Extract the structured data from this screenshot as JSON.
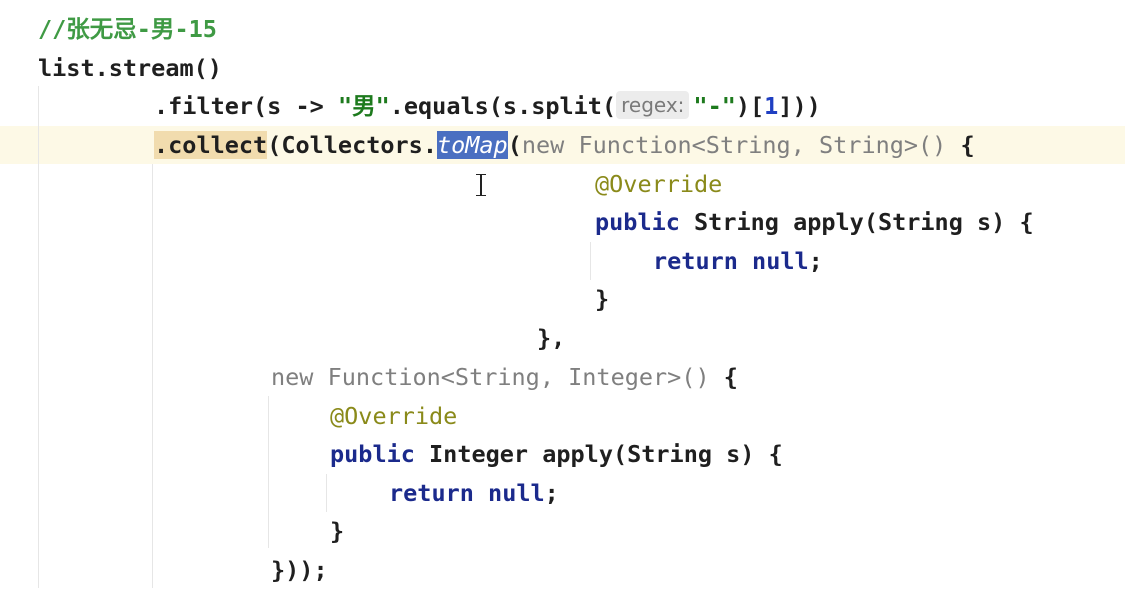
{
  "code": {
    "line1": {
      "comment": "//张无忌-男-15"
    },
    "line2": {
      "text": "list.stream()"
    },
    "line3": {
      "pre": ".filter(s -> ",
      "str1": "\"男\"",
      "mid": ".equals(s.split(",
      "hint": "regex:",
      "str2": "\"-\"",
      "post_open": ")[",
      "num": "1",
      "post_close": "]))"
    },
    "line4": {
      "collect": ".collect",
      "open": "(Collectors.",
      "method": "toMap",
      "paren": "(",
      "new_kw": "new",
      "type": " Function<String, String>()",
      "brace": " {"
    },
    "line5": {
      "annotation": "@Override"
    },
    "line6": {
      "kw": "public",
      "rest": " String apply(String s) {"
    },
    "line7": {
      "kw1": "return",
      "space": " ",
      "kw2": "null",
      "semi": ";"
    },
    "line8": {
      "text": "}"
    },
    "line9": {
      "text": "},"
    },
    "line10": {
      "new_kw": "new",
      "type": " Function<String, Integer>()",
      "brace": " {"
    },
    "line11": {
      "annotation": "@Override"
    },
    "line12": {
      "kw": "public",
      "rest": " Integer apply(String s) {"
    },
    "line13": {
      "kw1": "return",
      "space": " ",
      "kw2": "null",
      "semi": ";"
    },
    "line14": {
      "text": "}"
    },
    "line15": {
      "text": "}));"
    }
  },
  "colors": {
    "comment": "#3f9a44",
    "keyword": "#1b2a8c",
    "string": "#1d7a1d",
    "number": "#1f3fc2",
    "annotation": "#8a8a1a",
    "selection": "#4a6fc1",
    "caret_line": "#fdf9e6",
    "collect_highlight": "#f1dcae"
  }
}
